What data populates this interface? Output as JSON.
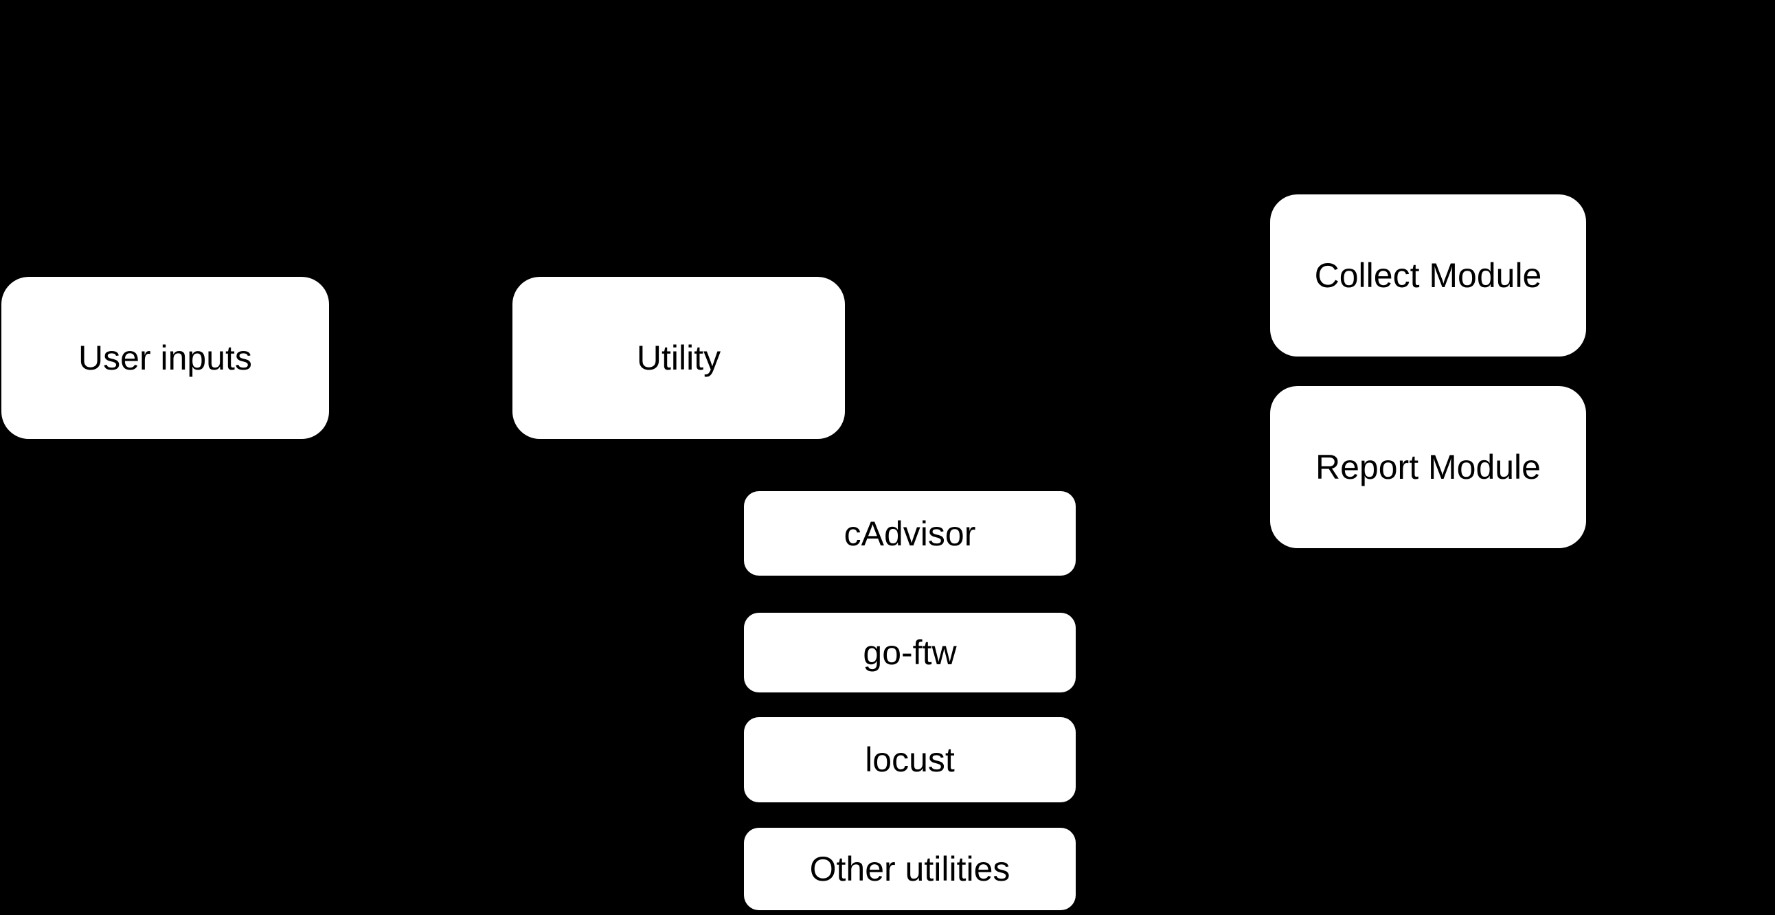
{
  "diagram": {
    "colors": {
      "background": "#000000",
      "node_fill": "#ffffff",
      "node_text": "#000000"
    },
    "nodes": {
      "user_inputs": {
        "label": "User inputs"
      },
      "utility": {
        "label": "Utility"
      },
      "cadvisor": {
        "label": "cAdvisor"
      },
      "go_ftw": {
        "label": "go-ftw"
      },
      "locust": {
        "label": "locust"
      },
      "other_utilities": {
        "label": "Other utilities"
      },
      "collect_module": {
        "label": "Collect Module"
      },
      "report_module": {
        "label": "Report Module"
      }
    }
  }
}
